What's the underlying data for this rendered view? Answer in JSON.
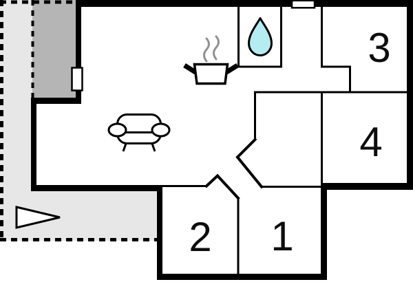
{
  "floor_plan": {
    "rooms": [
      {
        "number": "1"
      },
      {
        "number": "2"
      },
      {
        "number": "3"
      },
      {
        "number": "4"
      }
    ],
    "colors": {
      "background": "#ffffff",
      "walls": "#000000",
      "terrace_fill": "#e7e7e7",
      "covered_terrace_fill": "#b5b5b5",
      "water_drop_fill": "#b5ecf2",
      "steam_stroke": "#919191",
      "marker_fill": "#ffffff"
    },
    "icons": [
      "water-drop-icon",
      "cooking-pot-icon",
      "steam-icon",
      "sofa-icon",
      "direction-arrow-icon",
      "window-marker",
      "door-marker"
    ]
  }
}
